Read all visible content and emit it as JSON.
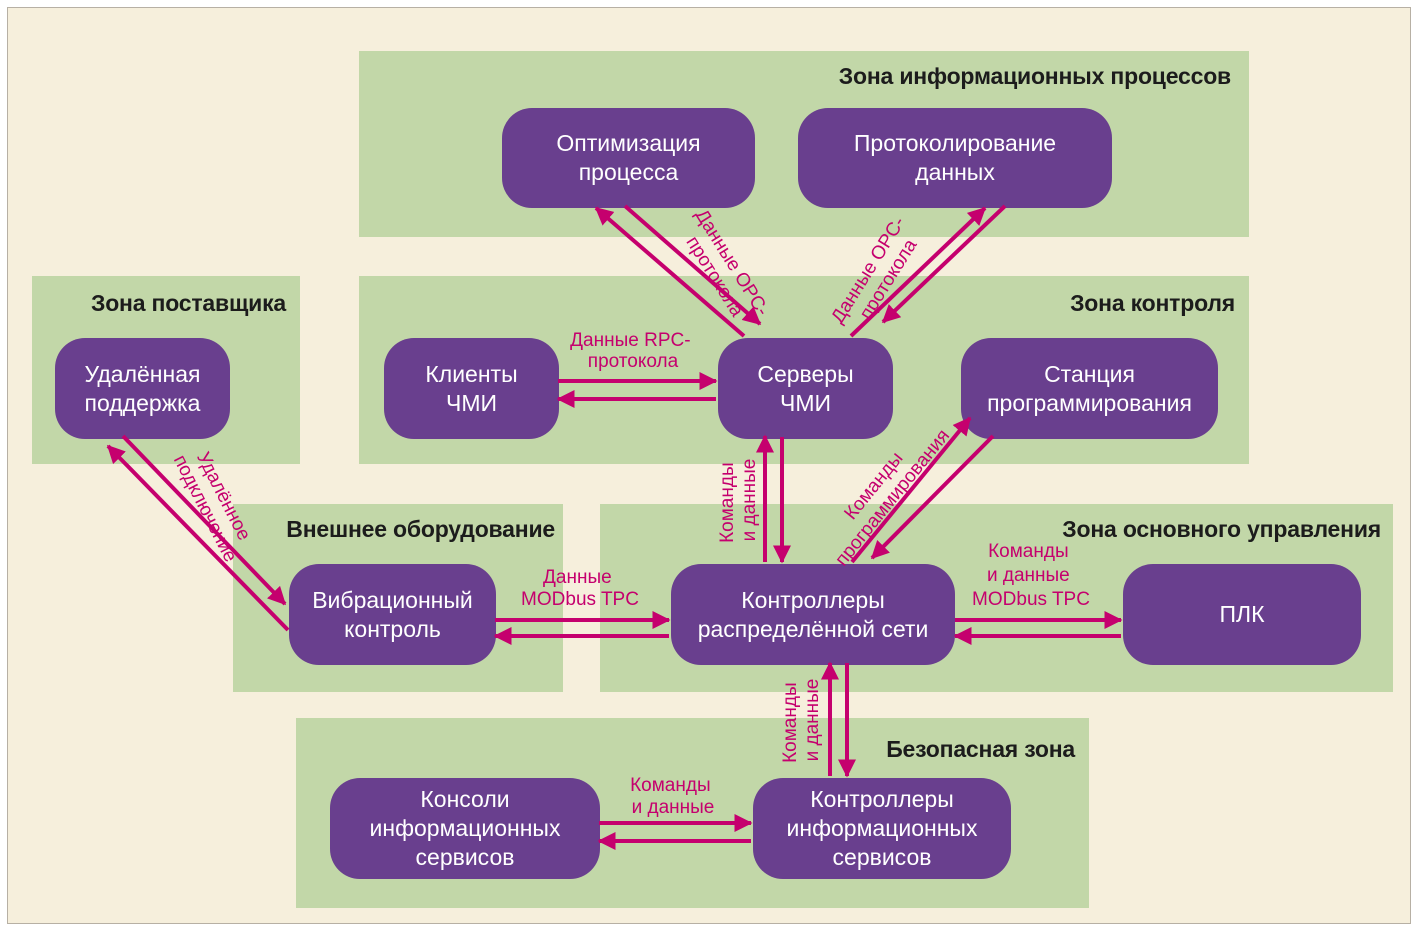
{
  "zones": {
    "info": "Зона информационных процессов",
    "supplier": "Зона поставщика",
    "control": "Зона контроля",
    "external": "Внешнее оборудование",
    "main_control": "Зона основного управления",
    "safe": "Безопасная зона"
  },
  "nodes": {
    "optimization": [
      "Оптимизация",
      "процесса"
    ],
    "logging": [
      "Протоколирование",
      "данных"
    ],
    "remote_support": [
      "Удалённая",
      "поддержка"
    ],
    "hmi_clients": [
      "Клиенты",
      "ЧМИ"
    ],
    "hmi_servers": [
      "Серверы",
      "ЧМИ"
    ],
    "programming_station": [
      "Станция",
      "программирования"
    ],
    "vibration_control": [
      "Вибрационный",
      "контроль"
    ],
    "dcs_controllers": [
      "Контроллеры",
      "распределённой сети"
    ],
    "plc": [
      "ПЛК"
    ],
    "info_consoles": [
      "Консоли",
      "информационных",
      "сервисов"
    ],
    "info_controllers": [
      "Контроллеры",
      "информационных",
      "сервисов"
    ]
  },
  "links": {
    "opc_left": [
      "Данные OPC-",
      "протокола"
    ],
    "opc_right": [
      "Данные OPC-",
      "протокола"
    ],
    "rpc": [
      "Данные RPC-",
      "протокола"
    ],
    "remote": [
      "Удалённое",
      "подключение"
    ],
    "cmd_hmi": [
      "Команды",
      "и данные"
    ],
    "cmd_prog": [
      "Команды",
      "программирования"
    ],
    "modbus_left": [
      "Данные",
      "MODbus TPC"
    ],
    "modbus_right": [
      "Команды",
      "и данные",
      "MODbus TPC"
    ],
    "cmd_safe": [
      "Команды",
      "и данные"
    ],
    "cmd_consoles": [
      "Команды",
      "и данные"
    ]
  },
  "colors": {
    "background": "#f6efdc",
    "zone": "#c2d7a8",
    "node": "#693f8e",
    "arrow": "#c5006e"
  }
}
